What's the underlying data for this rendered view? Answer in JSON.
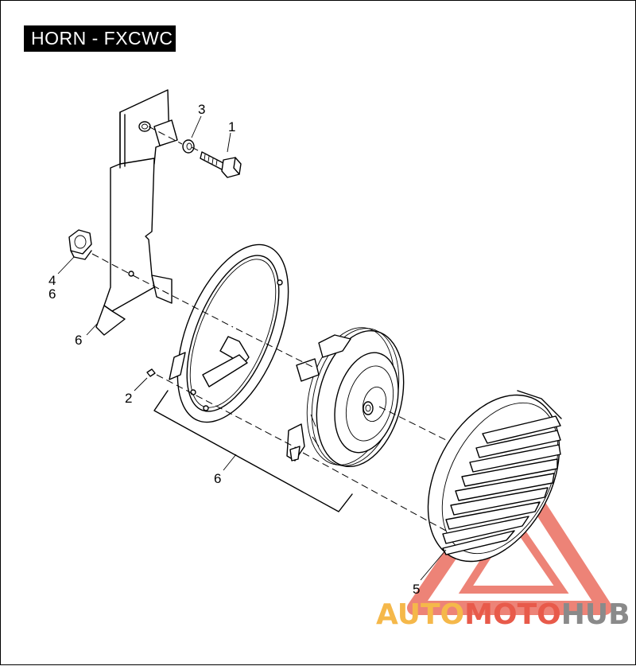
{
  "title": "HORN - FXCWC",
  "callouts": {
    "c1": "1",
    "c2": "2",
    "c3": "3",
    "c4": "4",
    "c5": "5",
    "c6a": "6",
    "c6b": "6",
    "c6c": "6"
  },
  "watermark": {
    "part1": "AUTO",
    "part2": "MOTO",
    "part3": "HUB",
    "color_orange": "#f5b84a",
    "color_red": "#e85a4a",
    "color_gray": "#8a8a8a"
  }
}
